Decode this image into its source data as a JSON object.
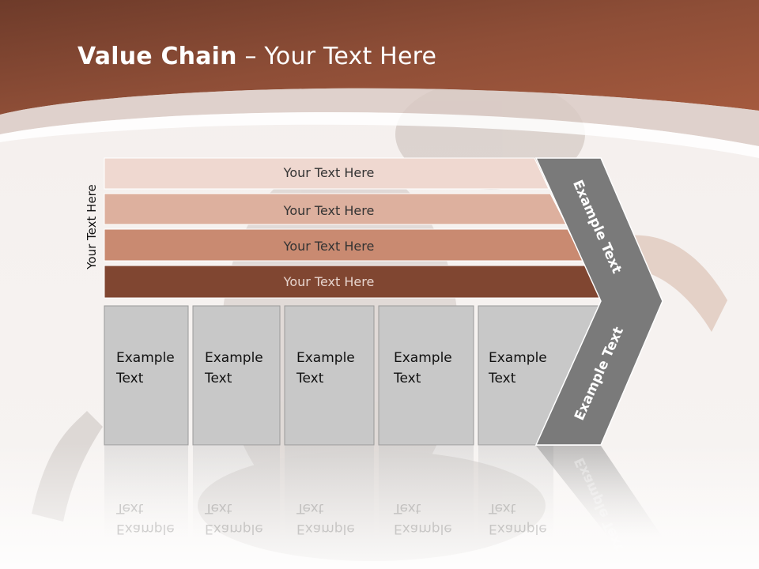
{
  "title": {
    "bold": "Value Chain",
    "rest": " – Your Text Here"
  },
  "side_label": "Your Text Here",
  "rows": [
    {
      "label": "Your Text Here",
      "color": "#efd8d0"
    },
    {
      "label": "Your Text Here",
      "color": "#ddb09e"
    },
    {
      "label": "Your Text Here",
      "color": "#c98a71"
    },
    {
      "label": "Your Text Here",
      "color": "#804631"
    }
  ],
  "columns": [
    {
      "line1": "Example",
      "line2": "Text"
    },
    {
      "line1": "Example",
      "line2": "Text"
    },
    {
      "line1": "Example",
      "line2": "Text"
    },
    {
      "line1": "Example",
      "line2": "Text"
    },
    {
      "line1": "Example",
      "line2": "Text"
    }
  ],
  "chevron": {
    "top_label": "Example Text",
    "bottom_label": "Example Text",
    "color": "#7a7a7a"
  },
  "colors": {
    "header": "#8e4e37",
    "box": "#c8c8c8"
  }
}
